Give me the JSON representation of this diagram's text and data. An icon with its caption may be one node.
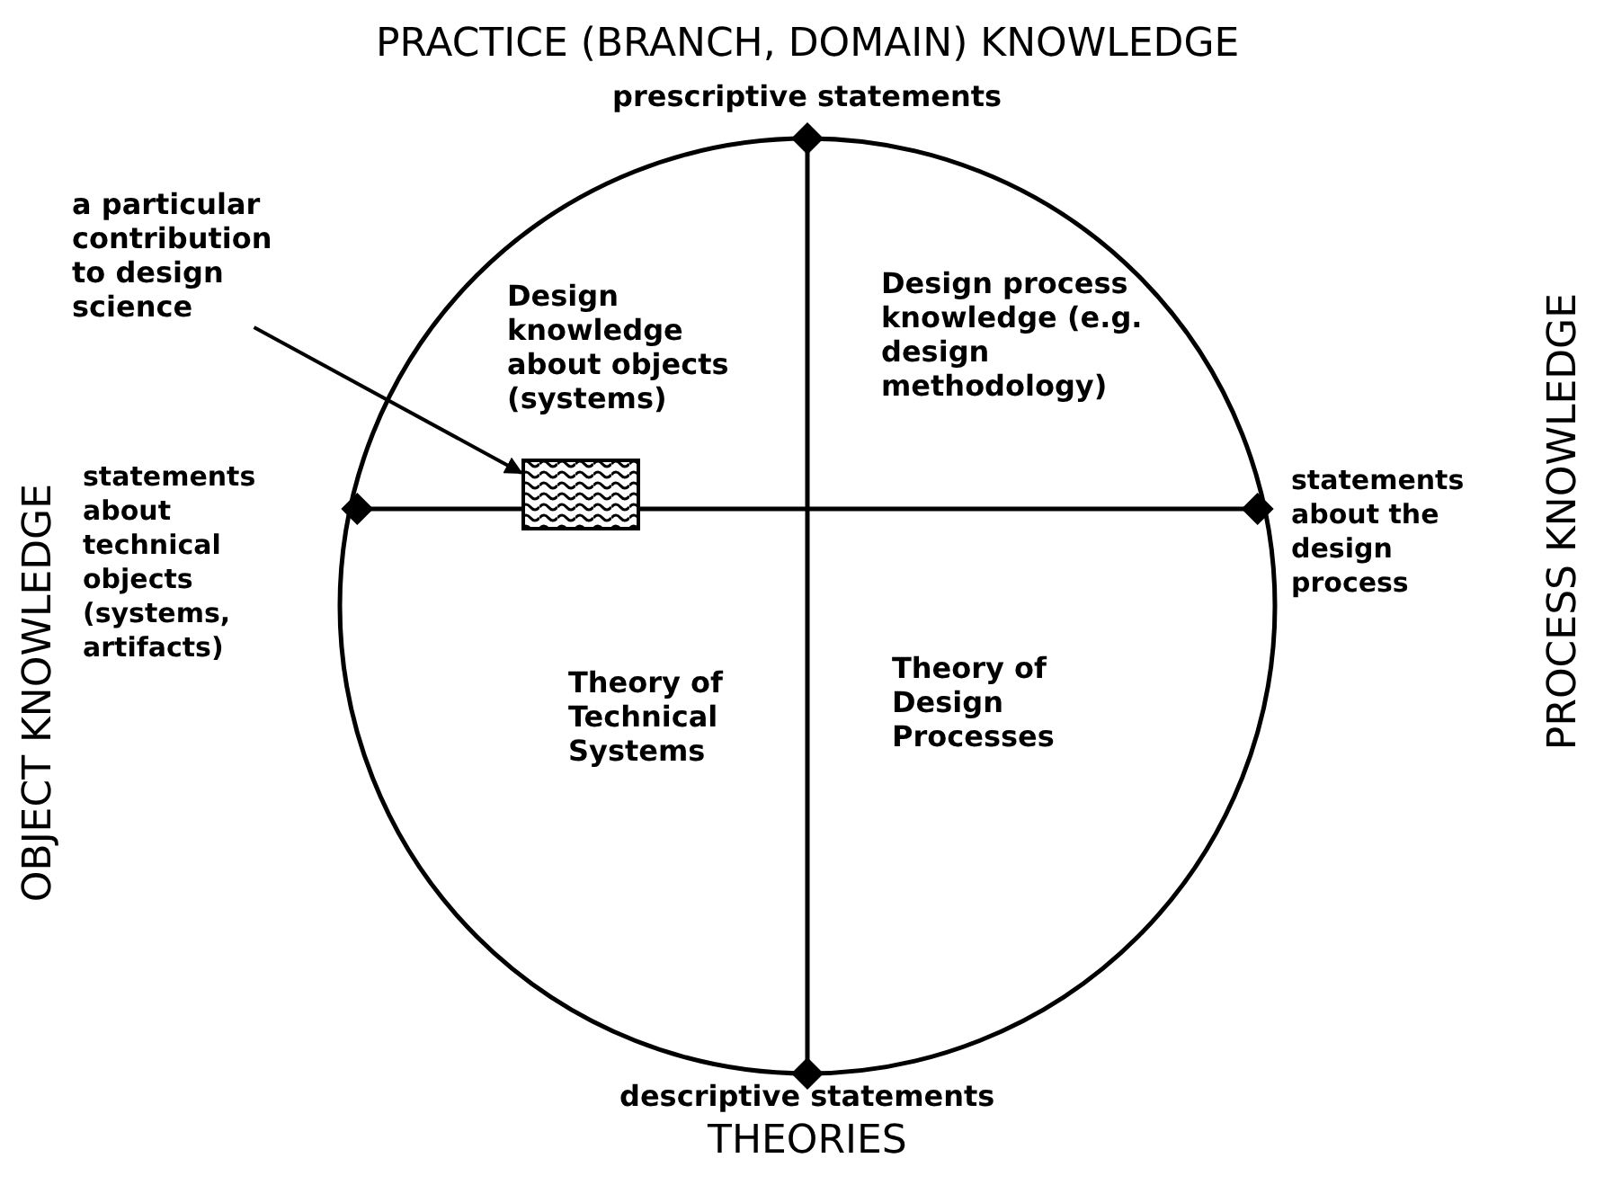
{
  "diagram": {
    "nodes": [
      {
        "text": [
          "a particular contribution to design science"
        ]
      },
      {
        "text": [],
        "shape": "box"
      }
    ],
    "edges": [
      {
        "from": 0,
        "to": 1,
        "arrow": "to"
      }
    ],
    "labels": [
      "PRACTICE (BRANCH, DOMAIN) KNOWLEDGE",
      "prescriptive statements",
      "OBJECT KNOWLEDGE",
      "Design knowledge about objects (systems)",
      "Design process knowledge (e.g. design methodology)",
      "PROCESS KNOWLEDGE",
      "statements about technical objects (systems, artifacts)",
      "statements about the design process",
      "Theory of Technical Systems",
      "Theory of Design Processes",
      "descriptive statements",
      "THEORIES"
    ]
  }
}
